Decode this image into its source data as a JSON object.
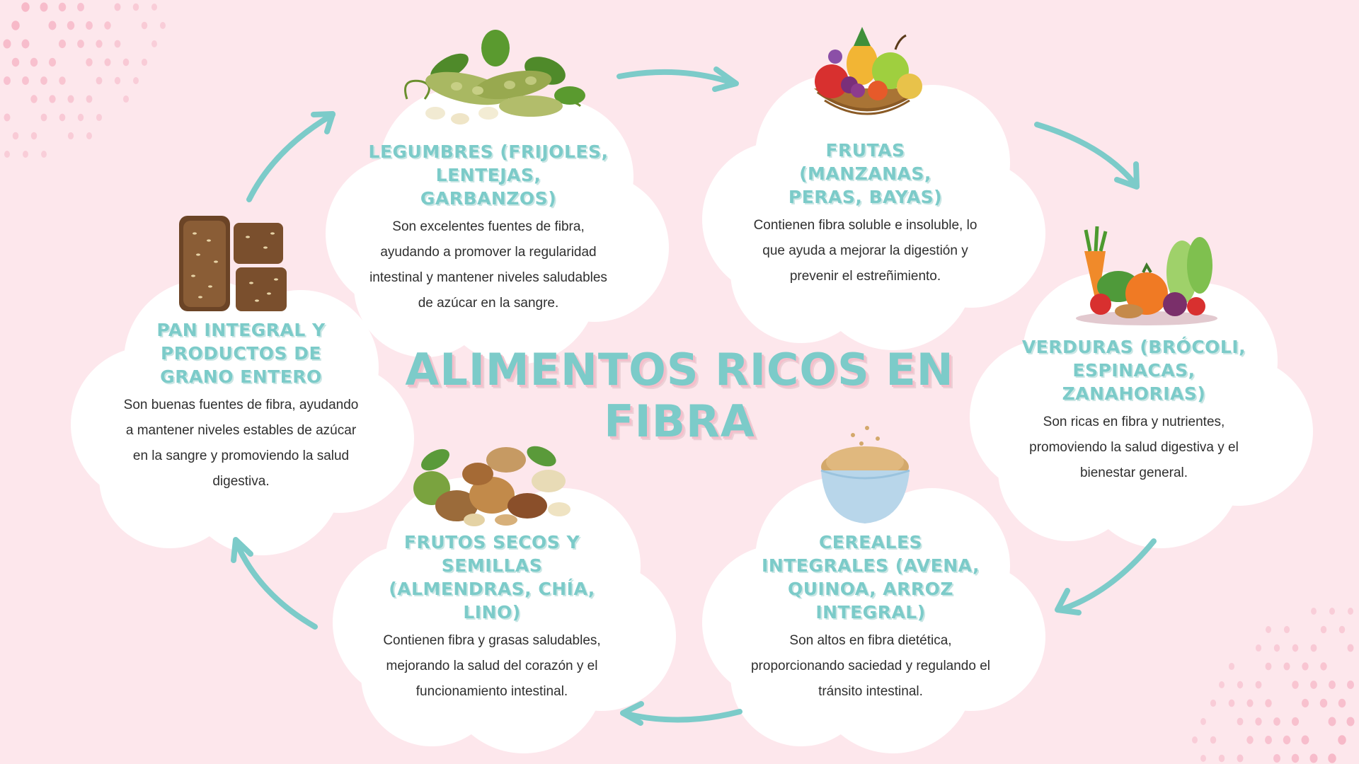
{
  "title": "ALIMENTOS RICOS EN FIBRA",
  "colors": {
    "background": "#fde7ec",
    "accent": "#7ccbc9",
    "cloud": "#ffffff",
    "dots": "#f6b6c6",
    "text": "#2f2f2f"
  },
  "items": [
    {
      "title": "LEGUMBRES (FRIJOLES, LENTEJAS, GARBANZOS)",
      "description": "Son excelentes fuentes de fibra, ayudando a promover la regularidad intestinal y mantener niveles saludables de azúcar en la sangre.",
      "icon": "legumes-icon"
    },
    {
      "title": "FRUTAS (MANZANAS, PERAS, BAYAS)",
      "description": "Contienen fibra soluble e insoluble, lo que ayuda a mejorar la digestión y prevenir el estreñimiento.",
      "icon": "fruit-basket-icon"
    },
    {
      "title": "VERDURAS (BRÓCOLI, ESPINACAS, ZANAHORIAS)",
      "description": "Son ricas en fibra y nutrientes, promoviendo la salud digestiva y el bienestar general.",
      "icon": "vegetables-icon"
    },
    {
      "title": "CEREALES INTEGRALES (AVENA, QUINOA, ARROZ INTEGRAL)",
      "description": "Son altos en fibra dietética, proporcionando saciedad y regulando el tránsito intestinal.",
      "icon": "cereal-bowl-icon"
    },
    {
      "title": "FRUTOS SECOS Y SEMILLAS (ALMENDRAS, CHÍA, LINO)",
      "description": "Contienen fibra y grasas saludables, mejorando la salud del corazón y el funcionamiento intestinal.",
      "icon": "nuts-icon"
    },
    {
      "title": "PAN INTEGRAL Y PRODUCTOS DE GRANO ENTERO",
      "description": "Son buenas fuentes de fibra, ayudando a mantener niveles estables de azúcar en la sangre y promoviendo la salud digestiva.",
      "icon": "bread-icon"
    }
  ]
}
